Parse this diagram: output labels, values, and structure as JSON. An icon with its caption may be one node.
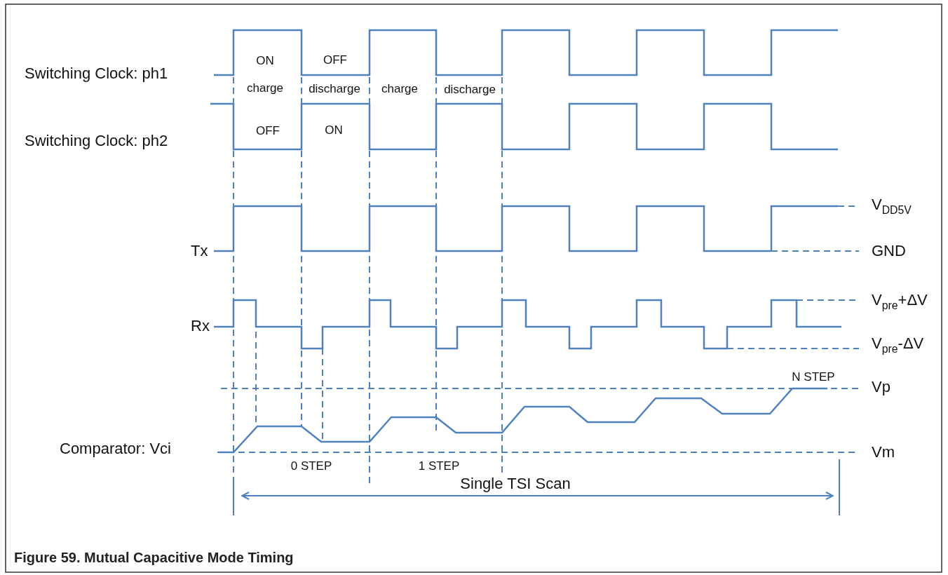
{
  "diagram": {
    "caption": "Figure 59.  Mutual Capacitive Mode Timing",
    "labels": [
      "ON",
      "OFF",
      "Switching Clock: ph1",
      "charge",
      "discharge",
      "charge",
      "discharge",
      "Switching Clock: ph2",
      "OFF",
      "ON",
      "Tx",
      "V$_{DD5V}$",
      "GND",
      "Rx",
      "V$_{pre}$+ΔV",
      "V$_{pre}$-ΔV",
      "N STEP",
      "Vp",
      "Comparator: Vci",
      "Vm",
      "0 STEP",
      "1 STEP",
      "Single TSI Scan"
    ]
  }
}
